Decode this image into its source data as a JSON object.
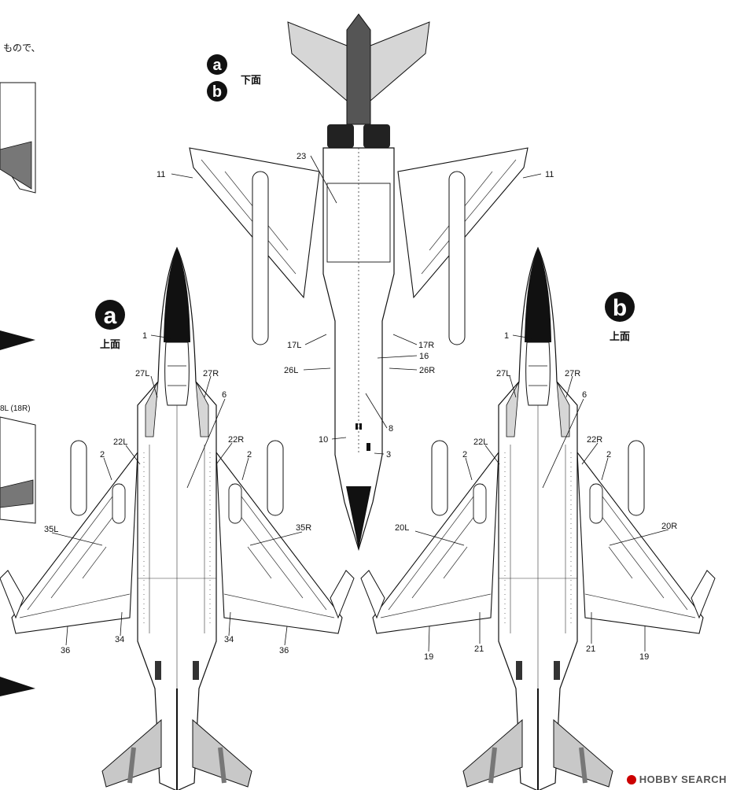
{
  "caption_top": "もので、",
  "side_fragment": "8L (18R)",
  "views": {
    "a": {
      "letter": "a",
      "title": "上面"
    },
    "b": {
      "letter": "b",
      "title": "上面"
    },
    "ab": {
      "letter_a": "a",
      "letter_b": "b",
      "title": "下面"
    }
  },
  "labels": {
    "l1a": "1",
    "l1b": "1",
    "l2a1": "2",
    "l2a2": "2",
    "l2b1": "2",
    "l2b2": "2",
    "l3": "3",
    "l6a": "6",
    "l6b": "6",
    "l8": "8",
    "l10": "10",
    "l11a": "11",
    "l11b": "11",
    "l16": "16",
    "l17L": "17L",
    "l17R": "17R",
    "l19a": "19",
    "l19b": "19",
    "l20L": "20L",
    "l20R": "20R",
    "l21a": "21",
    "l21b": "21",
    "l22La": "22L",
    "l22Ra": "22R",
    "l22Lb": "22L",
    "l22Rb": "22R",
    "l23": "23",
    "l26L": "26L",
    "l26R": "26R",
    "l27La": "27L",
    "l27Ra": "27R",
    "l27Lb": "27L",
    "l27Rb": "27R",
    "l34a": "34",
    "l34b": "34",
    "l35L": "35L",
    "l35R": "35R",
    "l36a": "36",
    "l36b": "36"
  },
  "watermark": "HOBBY SEARCH",
  "colors": {
    "ink": "#111111",
    "gray": "#9a9a9a",
    "light": "#d6d6d6",
    "dark": "#555555"
  }
}
